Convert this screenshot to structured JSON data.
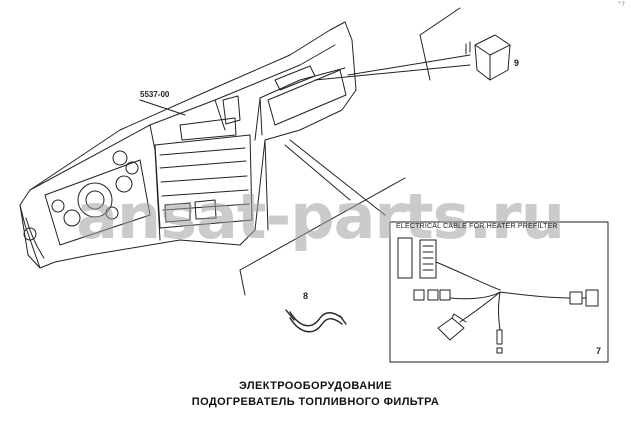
{
  "diagram": {
    "part_code": "5537-00",
    "corner_mark": "\"?",
    "callouts": {
      "relay": "9",
      "cable_kit": "7",
      "harness_piece": "8"
    },
    "inset_title": "ELECTRICAL CABLE FOR HEATER PREFILTER",
    "caption_line1": "ЭЛЕКТРООБОРУДОВАНИЕ",
    "caption_line2": "ПОДОГРЕВАТЕЛЬ ТОПЛИВНОГО ФИЛЬТРА",
    "watermark": "ansat-parts.ru"
  },
  "colors": {
    "line": "#222222",
    "watermark": "#a0a0a0"
  }
}
